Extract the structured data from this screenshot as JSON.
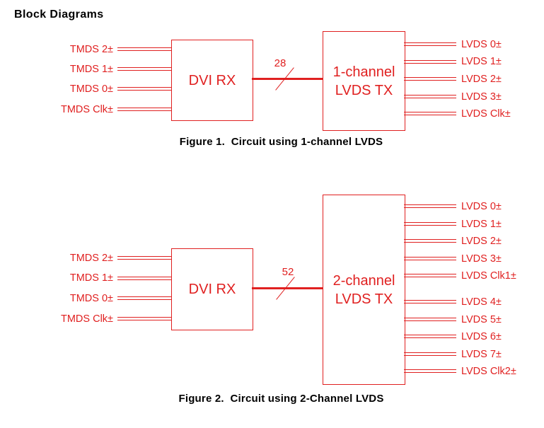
{
  "colors": {
    "red": "#e02020",
    "text": "#000000"
  },
  "title": "Block Diagrams",
  "figure1": {
    "inputs": [
      "TMDS 2±",
      "TMDS 1±",
      "TMDS 0±",
      "TMDS Clk±"
    ],
    "rx_box": "DVI RX",
    "bus_bits": "28",
    "tx_box_line1": "1-channel",
    "tx_box_line2": "LVDS TX",
    "outputs": [
      "LVDS 0±",
      "LVDS 1±",
      "LVDS 2±",
      "LVDS 3±",
      "LVDS Clk±"
    ],
    "caption": "Figure 1.  Circuit using 1-channel LVDS"
  },
  "figure2": {
    "inputs": [
      "TMDS 2±",
      "TMDS 1±",
      "TMDS 0±",
      "TMDS Clk±"
    ],
    "rx_box": "DVI RX",
    "bus_bits": "52",
    "tx_box_line1": "2-channel",
    "tx_box_line2": "LVDS TX",
    "outputs": [
      "LVDS 0±",
      "LVDS 1±",
      "LVDS 2±",
      "LVDS 3±",
      "LVDS Clk1±",
      "LVDS 4±",
      "LVDS 5±",
      "LVDS 6±",
      "LVDS 7±",
      "LVDS Clk2±"
    ],
    "caption": "Figure 2.  Circuit using 2-Channel LVDS"
  }
}
